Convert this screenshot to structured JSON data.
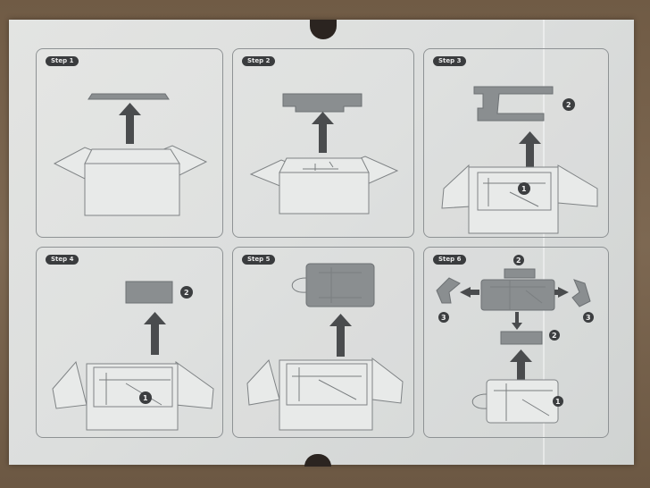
{
  "steps": [
    {
      "label": "Step 1"
    },
    {
      "label": "Step 2"
    },
    {
      "label": "Step 3"
    },
    {
      "label": "Step 4"
    },
    {
      "label": "Step 5"
    },
    {
      "label": "Step 6"
    }
  ],
  "callouts": {
    "one": "1",
    "two": "2",
    "three": "3"
  }
}
